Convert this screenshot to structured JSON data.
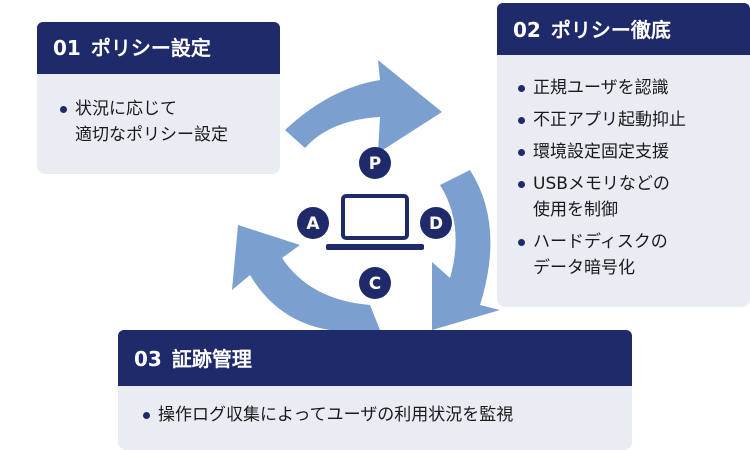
{
  "colors": {
    "navy": "#1f2a6b",
    "card_bg": "#e9ecf2",
    "arrow_blue": "#7b9fcf",
    "text": "#1a1a1a"
  },
  "card1": {
    "number": "01",
    "title": "ポリシー設定",
    "items": [
      {
        "lines": [
          "状況に応じて",
          "適切なポリシー設定"
        ]
      }
    ]
  },
  "card2": {
    "number": "02",
    "title": "ポリシー徹底",
    "items": [
      {
        "lines": [
          "正規ユーザを認識"
        ]
      },
      {
        "lines": [
          "不正アプリ起動抑止"
        ]
      },
      {
        "lines": [
          "環境設定固定支援"
        ]
      },
      {
        "lines": [
          "USBメモリなどの",
          "使用を制御"
        ]
      },
      {
        "lines": [
          "ハードディスクの",
          "データ暗号化"
        ]
      }
    ]
  },
  "card3": {
    "number": "03",
    "title": "証跡管理",
    "items": [
      {
        "lines": [
          "操作ログ収集によってユーザの利用状況を監視"
        ]
      }
    ]
  },
  "cycle": {
    "center_icon": "laptop-icon",
    "stages": [
      "P",
      "D",
      "C",
      "A"
    ]
  }
}
